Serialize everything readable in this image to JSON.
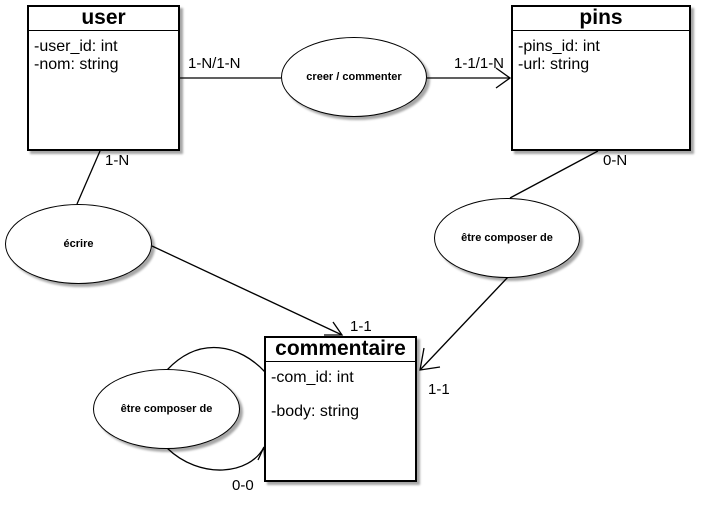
{
  "entities": {
    "user": {
      "title": "user",
      "attrs": [
        "-user_id: int",
        "-nom: string"
      ]
    },
    "pins": {
      "title": "pins",
      "attrs": [
        "-pins_id: int",
        "-url: string"
      ]
    },
    "commentaire": {
      "title": "commentaire",
      "attrs": [
        "-com_id: int",
        "-body: string"
      ]
    }
  },
  "relations": {
    "creer": "creer / commenter",
    "ecrire": "écrire",
    "composer_pins": "être composer de",
    "composer_self": "être composer de"
  },
  "cardinalities": {
    "user_creer": "1-N/1-N",
    "pins_creer": "1-1/1-N",
    "user_ecrire": "1-N",
    "pins_composer": "0-N",
    "com_ecrire": "1-1",
    "com_composer": "1-1",
    "com_self": "0-0"
  }
}
